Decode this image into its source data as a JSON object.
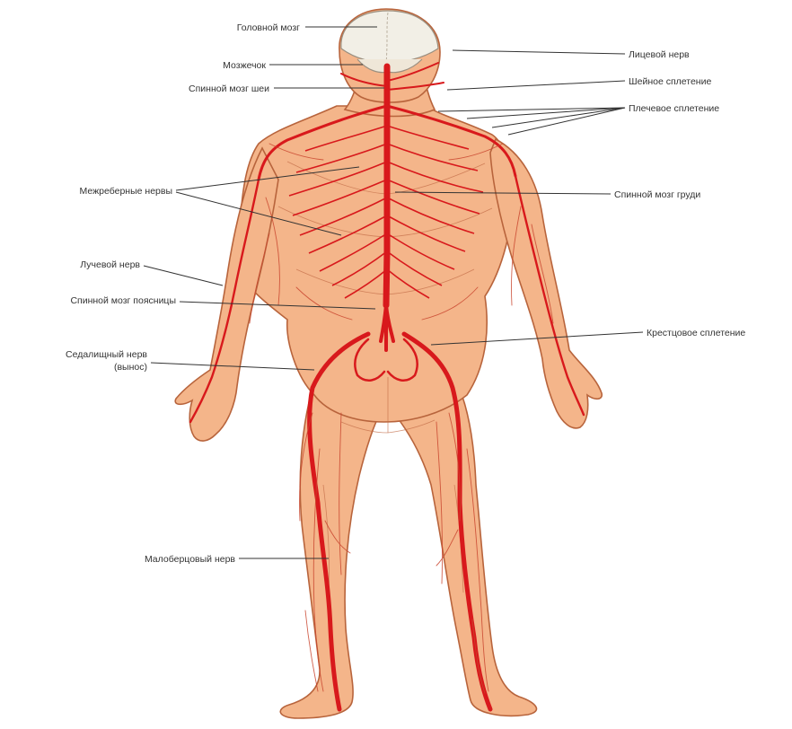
{
  "diagram": {
    "labels_left": [
      {
        "id": "brain",
        "text": "Головной мозг"
      },
      {
        "id": "cerebellum",
        "text": "Мозжечок"
      },
      {
        "id": "spinal-neck",
        "text": "Спинной мозг шеи"
      },
      {
        "id": "intercostal",
        "text": "Межреберные нервы"
      },
      {
        "id": "radial",
        "text": "Лучевой нерв"
      },
      {
        "id": "spinal-lumbar",
        "text": "Спинной мозг поясницы"
      },
      {
        "id": "sciatic",
        "text": "Седалищный нерв"
      },
      {
        "id": "sciatic-sub",
        "text": "(вынос)"
      },
      {
        "id": "tibial",
        "text": "Малоберцовый нерв"
      }
    ],
    "labels_right": [
      {
        "id": "facial",
        "text": "Лицевой нерв"
      },
      {
        "id": "cervical-plexus",
        "text": "Шейное сплетение"
      },
      {
        "id": "brachial-plexus",
        "text": "Плечевое сплетение"
      },
      {
        "id": "spinal-thoracic",
        "text": "Спинной мозг груди"
      },
      {
        "id": "sacral-plexus",
        "text": "Крестцовое сплетение"
      }
    ],
    "colors": {
      "skin": "#f4b58a",
      "nerve": "#d8191c",
      "brain": "#f2efe6"
    }
  }
}
